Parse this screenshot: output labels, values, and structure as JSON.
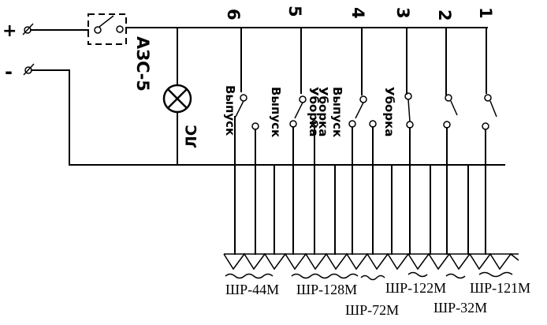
{
  "terminals": {
    "plus": "+",
    "minus": "-"
  },
  "breaker": {
    "label": "АЗС-5"
  },
  "lamp": {
    "label": "ЛС"
  },
  "switches": [
    {
      "number": "6"
    },
    {
      "number": "5"
    },
    {
      "number": "4"
    },
    {
      "number": "3"
    },
    {
      "number": "2"
    },
    {
      "number": "1"
    }
  ],
  "position_labels": {
    "s6": "Выпуск",
    "s5a": "Выпуск",
    "s5b": "Уборка",
    "s4a": "Выпуск",
    "s4b": "Уборка",
    "s3": "Уборка"
  },
  "connectors": [
    {
      "label": "ШР-44М"
    },
    {
      "label": "ШР-128М"
    },
    {
      "label": "ШР-72М"
    },
    {
      "label": "ШР-122М"
    },
    {
      "label": "ШР-32М"
    },
    {
      "label": "ШР-121М"
    }
  ]
}
